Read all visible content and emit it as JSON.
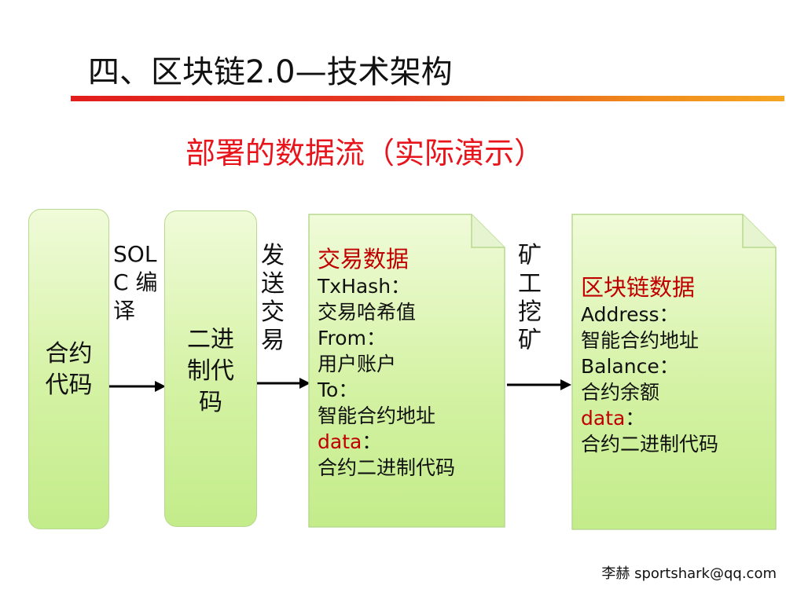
{
  "title": "四、区块链2.0—技术架构",
  "subtitle": "部署的数据流（实际演示）",
  "nodes": {
    "contract_code": [
      "合约",
      "代码"
    ],
    "binary_code": [
      "二进",
      "制代",
      "码"
    ],
    "tx_data": {
      "heading": "交易数据",
      "lines": [
        {
          "text": "TxHash：",
          "red": false
        },
        {
          "text": "交易哈希值",
          "red": false
        },
        {
          "text": "From：",
          "red": false
        },
        {
          "text": "用户账户",
          "red": false
        },
        {
          "text": "To：",
          "red": false
        },
        {
          "text": "智能合约地址",
          "red": false
        },
        {
          "key": "data",
          "rest": "：",
          "red": true
        },
        {
          "text": "合约二进制代码",
          "red": false
        }
      ]
    },
    "block_data": {
      "heading": "区块链数据",
      "lines": [
        {
          "text": "Address：",
          "red": false
        },
        {
          "text": "智能合约地址",
          "red": false
        },
        {
          "text": "Balance：",
          "red": false
        },
        {
          "text": "合约余额",
          "red": false
        },
        {
          "key": "data",
          "rest": "：",
          "red": true
        },
        {
          "text": "合约二进制代码",
          "red": false
        }
      ]
    }
  },
  "edges": {
    "compile": [
      "SOL",
      "C 编",
      "译"
    ],
    "send_tx": [
      "发",
      "送",
      "交",
      "易"
    ],
    "mining": [
      "矿",
      "工",
      "挖",
      "矿"
    ]
  },
  "colors": {
    "title_bar": "#e21d1d",
    "subtitle": "#e8141c",
    "box_fill": "#d4f2a4",
    "highlight": "#c00000"
  },
  "footer": "李赫 sportshark@qq.com"
}
